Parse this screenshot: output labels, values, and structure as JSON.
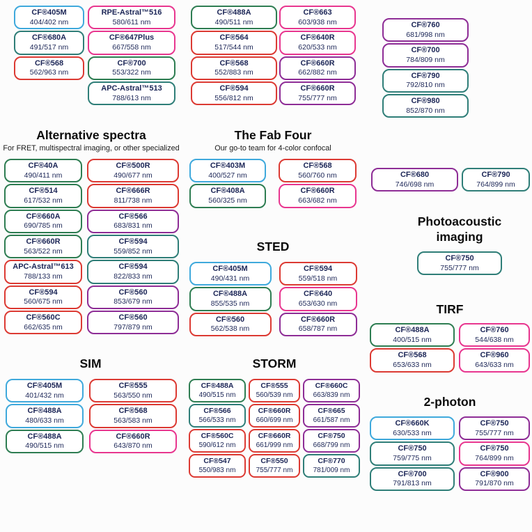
{
  "colors": {
    "blue": "#3fa9dc",
    "green": "#2e7d52",
    "teal": "#2f7e78",
    "red": "#dc3a33",
    "pink": "#e8368f",
    "purple": "#8e2d96"
  },
  "top": {
    "col1": [
      {
        "name": "CF®405M",
        "value": "404/402 nm",
        "color": "blue"
      },
      {
        "name": "CF®680A",
        "value": "491/517 nm",
        "color": "teal"
      },
      {
        "name": "CF®568",
        "value": "562/963 nm",
        "color": "red"
      }
    ],
    "col2": [
      {
        "name": "RPE-Astral™516",
        "value": "580/611 nm",
        "color": "pink"
      },
      {
        "name": "CF®647Plus",
        "value": "667/558 nm",
        "color": "pink"
      },
      {
        "name": "CF®700",
        "value": "553/322 nm",
        "color": "green"
      },
      {
        "name": "APC-Astral™513",
        "value": "788/613 nm",
        "color": "teal"
      }
    ],
    "col3": [
      {
        "name": "CF®488A",
        "value": "490/511 nm",
        "color": "green"
      },
      {
        "name": "CF®564",
        "value": "517/544 nm",
        "color": "red"
      },
      {
        "name": "CF®568",
        "value": "552/883 nm",
        "color": "red"
      },
      {
        "name": "CF®594",
        "value": "556/812 nm",
        "color": "red"
      }
    ],
    "col4": [
      {
        "name": "CF®663",
        "value": "603/938 nm",
        "color": "pink"
      },
      {
        "name": "CF®640R",
        "value": "620/533 nm",
        "color": "pink"
      },
      {
        "name": "CF®660R",
        "value": "662/882 nm",
        "color": "purple"
      },
      {
        "name": "CF®660R",
        "value": "755/777 nm",
        "color": "purple"
      }
    ],
    "col5": [
      {
        "name": "CF®760",
        "value": "681/998 nm",
        "color": "purple"
      },
      {
        "name": "CF®700",
        "value": "784/809 nm",
        "color": "purple"
      },
      {
        "name": "CF®790",
        "value": "792/810 nm",
        "color": "teal"
      },
      {
        "name": "CF®980",
        "value": "852/870 nm",
        "color": "teal"
      }
    ]
  },
  "sections": {
    "alternative_spectra": {
      "title": "Alternative spectra",
      "subtitle": "For FRET, multispectral imaging, or other specialized",
      "pills": [
        {
          "name": "CF®40A",
          "value": "490/411 nm",
          "color": "green"
        },
        {
          "name": "CF®500R",
          "value": "490/677 nm",
          "color": "red"
        },
        {
          "name": "CF®514",
          "value": "617/532 nm",
          "color": "green"
        },
        {
          "name": "CF®666R",
          "value": "811/738 nm",
          "color": "red"
        },
        {
          "name": "CF®660A",
          "value": "690/785 nm",
          "color": "green"
        },
        {
          "name": "CF®566",
          "value": "683/831 nm",
          "color": "purple"
        },
        {
          "name": "CF®660R",
          "value": "563/522 nm",
          "color": "green"
        },
        {
          "name": "CF®594",
          "value": "559/852 nm",
          "color": "teal"
        },
        {
          "name": "APC-Astral™613",
          "value": "788/133 nm",
          "color": "red"
        },
        {
          "name": "CF®594",
          "value": "822/833 nm",
          "color": "teal"
        },
        {
          "name": "CF®594",
          "value": "560/675 nm",
          "color": "red"
        },
        {
          "name": "CF®560",
          "value": "853/679 nm",
          "color": "purple"
        },
        {
          "name": "CF®560C",
          "value": "662/635 nm",
          "color": "red"
        },
        {
          "name": "CF®560",
          "value": "797/879 nm",
          "color": "purple"
        }
      ]
    },
    "fab_four": {
      "title": "The Fab Four",
      "subtitle": "Our go-to team for 4-color confocal",
      "pills": [
        {
          "name": "CF®403M",
          "value": "400/527 nm",
          "color": "blue"
        },
        {
          "name": "CF®568",
          "value": "560/760 nm",
          "color": "red"
        },
        {
          "name": "CF®408A",
          "value": "560/325 nm",
          "color": "green"
        },
        {
          "name": "CF®660R",
          "value": "663/682 nm",
          "color": "pink"
        }
      ]
    },
    "right_pair": {
      "pills": [
        {
          "name": "CF®680",
          "value": "746/698 nm",
          "color": "purple"
        },
        {
          "name": "CF®790",
          "value": "764/899 nm",
          "color": "teal"
        }
      ]
    },
    "sted": {
      "title": "STED",
      "pills": [
        {
          "name": "CF®405M",
          "value": "490/431 nm",
          "color": "blue"
        },
        {
          "name": "CF®594",
          "value": "559/518 nm",
          "color": "red"
        },
        {
          "name": "CF®488A",
          "value": "855/535 nm",
          "color": "green"
        },
        {
          "name": "CF®640",
          "value": "653/630 nm",
          "color": "pink"
        },
        {
          "name": "CF®560",
          "value": "562/538 nm",
          "color": "red"
        },
        {
          "name": "CF®660R",
          "value": "658/787 nm",
          "color": "purple"
        }
      ]
    },
    "photoacoustic": {
      "title": "Photoacoustic imaging",
      "pills": [
        {
          "name": "CF®750",
          "value": "755/777 nm",
          "color": "teal"
        }
      ]
    },
    "tirf": {
      "title": "TIRF",
      "pills": [
        {
          "name": "CF®488A",
          "value": "400/515 nm",
          "color": "green"
        },
        {
          "name": "CF®760",
          "value": "544/638 nm",
          "color": "pink"
        },
        {
          "name": "CF®568",
          "value": "653/633 nm",
          "color": "red"
        },
        {
          "name": "CF®960",
          "value": "643/633 nm",
          "color": "pink"
        }
      ]
    },
    "sim": {
      "title": "SIM",
      "pills": [
        {
          "name": "CF®405M",
          "value": "401/432 nm",
          "color": "blue"
        },
        {
          "name": "CF®555",
          "value": "563/550 nm",
          "color": "red"
        },
        {
          "name": "CF®488A",
          "value": "480/633 nm",
          "color": "blue"
        },
        {
          "name": "CF®568",
          "value": "563/583 nm",
          "color": "red"
        },
        {
          "name": "CF®488A",
          "value": "490/515 nm",
          "color": "green"
        },
        {
          "name": "CF®660R",
          "value": "643/870 nm",
          "color": "pink"
        }
      ]
    },
    "storm": {
      "title": "STORM",
      "pills": [
        {
          "name": "CF®488A",
          "value": "490/515 nm",
          "color": "green"
        },
        {
          "name": "CF®555",
          "value": "560/539 nm",
          "color": "red"
        },
        {
          "name": "CF®660C",
          "value": "663/839 nm",
          "color": "purple"
        },
        {
          "name": "CF®566",
          "value": "566/533 nm",
          "color": "teal"
        },
        {
          "name": "CF®660R",
          "value": "660/699 nm",
          "color": "red"
        },
        {
          "name": "CF®665",
          "value": "661/587 nm",
          "color": "purple"
        },
        {
          "name": "CF®560C",
          "value": "590/612 nm",
          "color": "red"
        },
        {
          "name": "CF®660R",
          "value": "661/999 nm",
          "color": "red"
        },
        {
          "name": "CF®750",
          "value": "668/799 nm",
          "color": "purple"
        },
        {
          "name": "CF®547",
          "value": "550/983 nm",
          "color": "red"
        },
        {
          "name": "CF®550",
          "value": "755/777 nm",
          "color": "red"
        },
        {
          "name": "CF®770",
          "value": "781/009 nm",
          "color": "teal"
        }
      ]
    },
    "two_photon": {
      "title": "2-photon",
      "pills": [
        {
          "name": "CF®660K",
          "value": "630/533 nm",
          "color": "blue"
        },
        {
          "name": "CF®750",
          "value": "755/777 nm",
          "color": "purple"
        },
        {
          "name": "CF®750",
          "value": "759/775 nm",
          "color": "teal"
        },
        {
          "name": "CF®750",
          "value": "764/899 nm",
          "color": "pink"
        },
        {
          "name": "CF®700",
          "value": "791/813 nm",
          "color": "teal"
        },
        {
          "name": "CF®900",
          "value": "791/870 nm",
          "color": "purple"
        }
      ]
    }
  }
}
